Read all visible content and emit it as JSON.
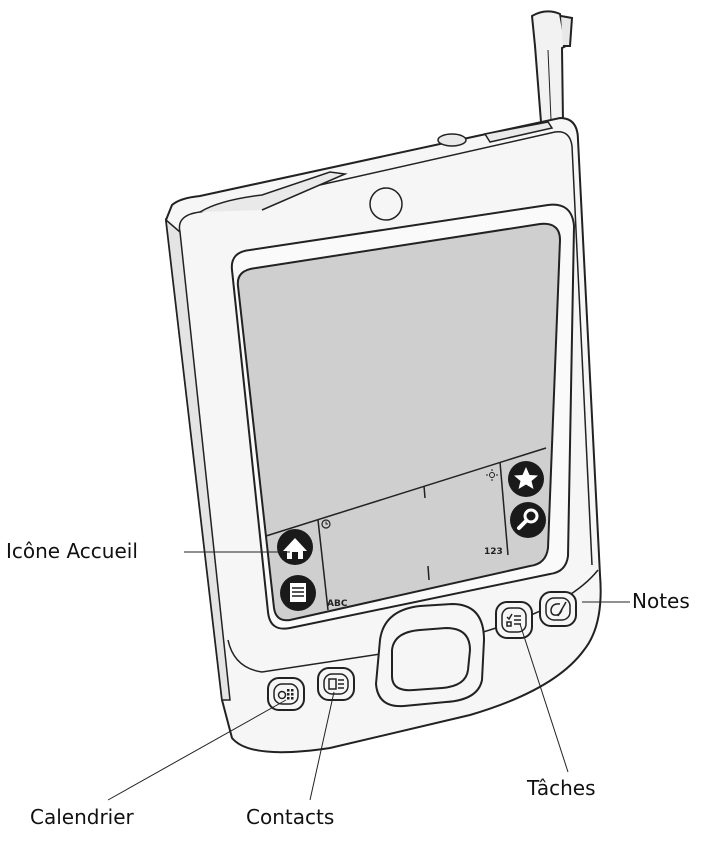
{
  "labels": {
    "home_icon": "Icône Accueil",
    "notes": "Notes",
    "tasks": "Tâches",
    "calendar": "Calendrier",
    "contacts": "Contacts"
  },
  "graffiti": {
    "abc": "ABC",
    "numbers": "123"
  },
  "icons": {
    "home": "house-icon",
    "menu": "menu-icon",
    "favorites": "star-icon",
    "find": "magnifier-icon",
    "clock": "clock-icon",
    "brightness": "brightness-icon",
    "calendar_button": "calendar-icon",
    "contacts_button": "contacts-icon",
    "tasks_button": "tasks-icon",
    "notes_button": "notes-icon"
  },
  "colors": {
    "screen": "#cfcfcf",
    "device": "#f6f6f6",
    "outline": "#222222"
  }
}
